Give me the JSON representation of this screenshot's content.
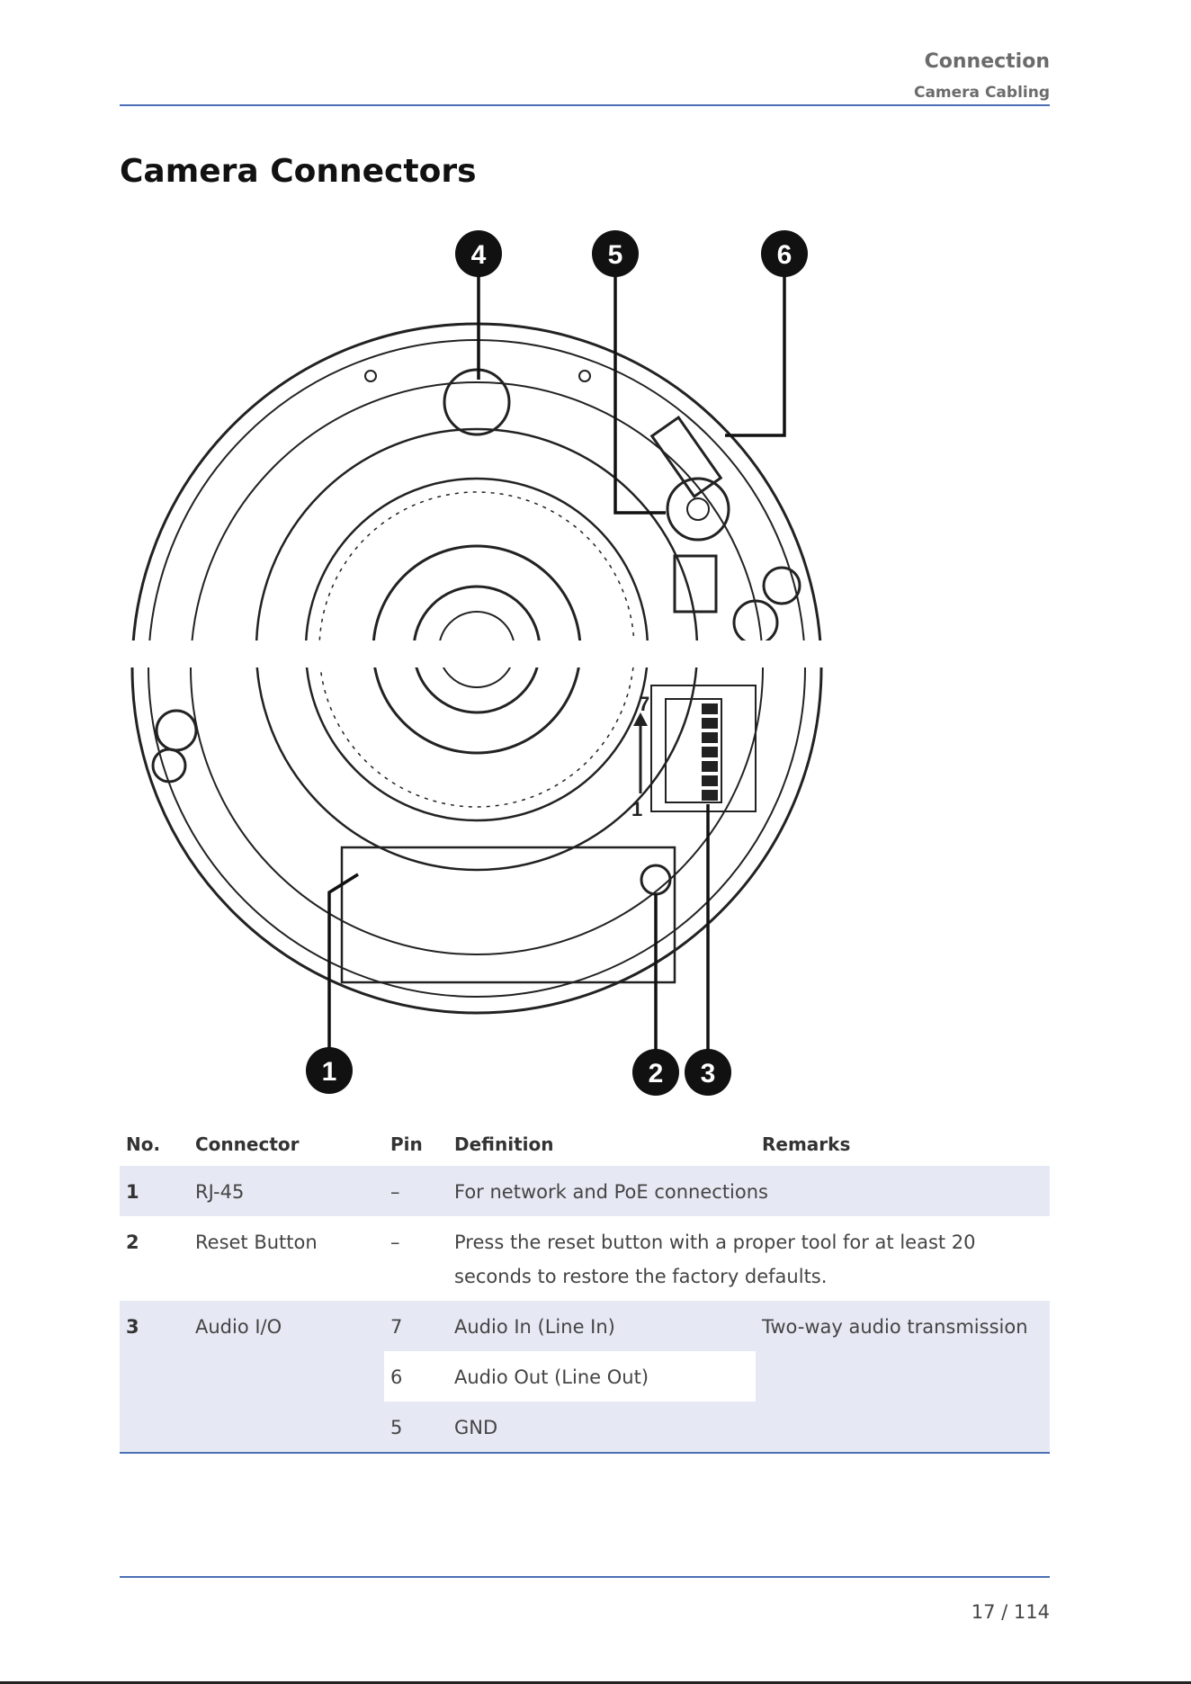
{
  "header": {
    "chapter": "Connection",
    "section": "Camera Cabling"
  },
  "title": "Camera Connectors",
  "figure": {
    "callouts": [
      "1",
      "2",
      "3",
      "4",
      "5",
      "6"
    ],
    "terminal_labels": [
      "7",
      "1"
    ]
  },
  "table": {
    "headers": [
      "No.",
      "Connector",
      "Pin",
      "Definition",
      "Remarks"
    ],
    "rows": [
      {
        "no": "1",
        "connector": "RJ-45",
        "pin": "–",
        "definition": "For network and PoE connections",
        "remarks": ""
      },
      {
        "no": "2",
        "connector": "Reset Button",
        "pin": "–",
        "definition": "Press the reset button with a proper tool for at least 20 seconds to restore the factory defaults.",
        "remarks": ""
      },
      {
        "no": "3",
        "connector": "Audio I/O",
        "pin": "7",
        "definition": "Audio In (Line In)",
        "remarks": "Two-way audio transmission"
      },
      {
        "no": "",
        "connector": "",
        "pin": "6",
        "definition": "Audio Out (Line Out)",
        "remarks": ""
      },
      {
        "no": "",
        "connector": "",
        "pin": "5",
        "definition": "GND",
        "remarks": ""
      }
    ]
  },
  "footer": {
    "page": "17 / 114"
  }
}
